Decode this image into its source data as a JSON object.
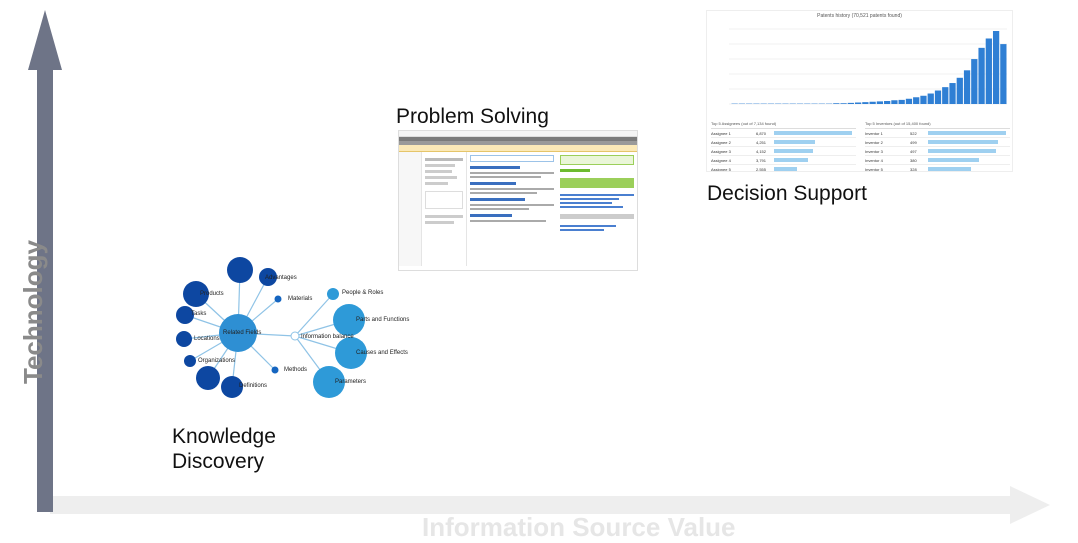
{
  "axes": {
    "y_label": "Technology",
    "x_label": "Information Source Value"
  },
  "stages": {
    "knowledge": {
      "line1": "Knowledge",
      "line2": "Discovery"
    },
    "problem": {
      "label": "Problem Solving"
    },
    "decision": {
      "label": "Decision Support"
    }
  },
  "network": {
    "hub1": "Related Fields",
    "hub2": "Information balance",
    "nodes_left": [
      "Products",
      "Advantages",
      "Materials",
      "Tasks",
      "Locations",
      "Organizations",
      "Methods",
      "Definitions"
    ],
    "nodes_right": [
      "People & Roles",
      "Parts and Functions",
      "Causes and Effects",
      "Parameters"
    ]
  },
  "decision_panel": {
    "chart_title": "Patents history (70,521 patents found)",
    "table_left_title": "Top 5 Assignees (out of 7,134 found)",
    "table_right_title": "Top 5 Inventors (out of 15,400 found)",
    "chart_data": {
      "type": "bar",
      "values": [
        1,
        1,
        1,
        1,
        1,
        1,
        1,
        1,
        1,
        1,
        1,
        1,
        1,
        1,
        2,
        2,
        3,
        4,
        5,
        6,
        7,
        8,
        10,
        11,
        14,
        18,
        22,
        28,
        36,
        45,
        56,
        70,
        90,
        120,
        150,
        175,
        195,
        160
      ]
    },
    "left_rows": [
      {
        "name": "Assignee 1",
        "value": "6,870",
        "pct": 0.95
      },
      {
        "name": "Assignee 2",
        "value": "4,251",
        "pct": 0.5
      },
      {
        "name": "Assignee 3",
        "value": "4,152",
        "pct": 0.48
      },
      {
        "name": "Assignee 4",
        "value": "3,791",
        "pct": 0.42
      },
      {
        "name": "Assignee 5",
        "value": "2,555",
        "pct": 0.28
      }
    ],
    "right_rows": [
      {
        "name": "Inventor 1",
        "value": "522",
        "pct": 0.95
      },
      {
        "name": "Inventor 2",
        "value": "499",
        "pct": 0.85
      },
      {
        "name": "Inventor 3",
        "value": "497",
        "pct": 0.83
      },
      {
        "name": "Inventor 4",
        "value": "380",
        "pct": 0.62
      },
      {
        "name": "Inventor 5",
        "value": "328",
        "pct": 0.52
      }
    ]
  }
}
